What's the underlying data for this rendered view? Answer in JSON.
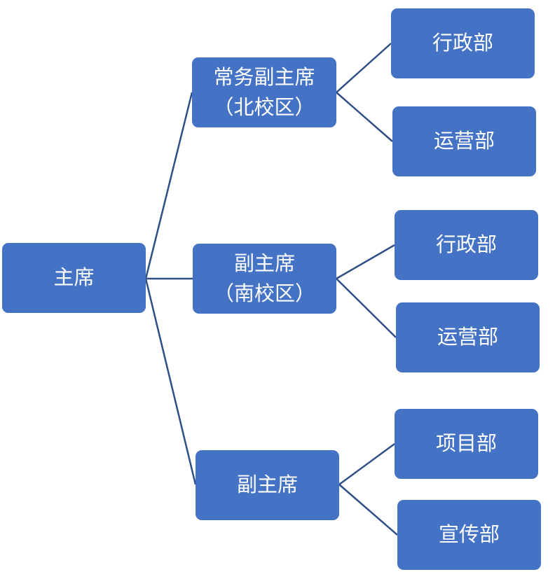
{
  "colors": {
    "box": "#4472C4",
    "line": "#2F4F86",
    "text": "#FFFFFF"
  },
  "root": {
    "label": "主席"
  },
  "branches": [
    {
      "label": "常务副主席",
      "sub": "（北校区）",
      "children": [
        "行政部",
        "运营部"
      ]
    },
    {
      "label": "副主席",
      "sub": "（南校区）",
      "children": [
        "行政部",
        "运营部"
      ]
    },
    {
      "label": "副主席",
      "sub": "",
      "children": [
        "项目部",
        "宣传部"
      ]
    }
  ]
}
